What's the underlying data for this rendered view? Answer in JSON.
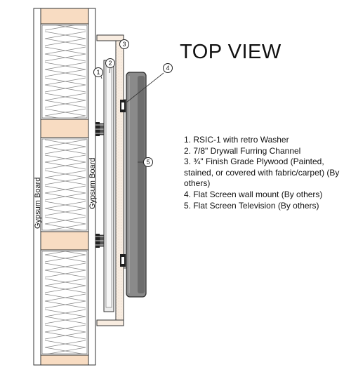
{
  "title": "TOP VIEW",
  "legend": [
    "1. RSIC-1 with retro Washer",
    "2. 7/8\" Drywall Furring Channel",
    "3. ¾\" Finish Grade Plywood (Painted, stained, or covered with fabric/carpet) (By others)",
    "4. Flat Screen wall mount (By others)",
    "5. Flat Screen Television (By others)"
  ],
  "labels": {
    "gypsum_left": "Gypsum Board",
    "gypsum_right": "Gypsum Board"
  },
  "callouts": [
    "1",
    "2",
    "3",
    "4",
    "5"
  ],
  "colors": {
    "studs": "#f8dcc2",
    "insulation": "#ffffff",
    "gypsum": "#ffffff",
    "plywood": "#f8ece0",
    "channel": "#ececec",
    "tv_body": "#8a8a8a",
    "tv_front": "#6d6d6d",
    "line": "#333333"
  }
}
